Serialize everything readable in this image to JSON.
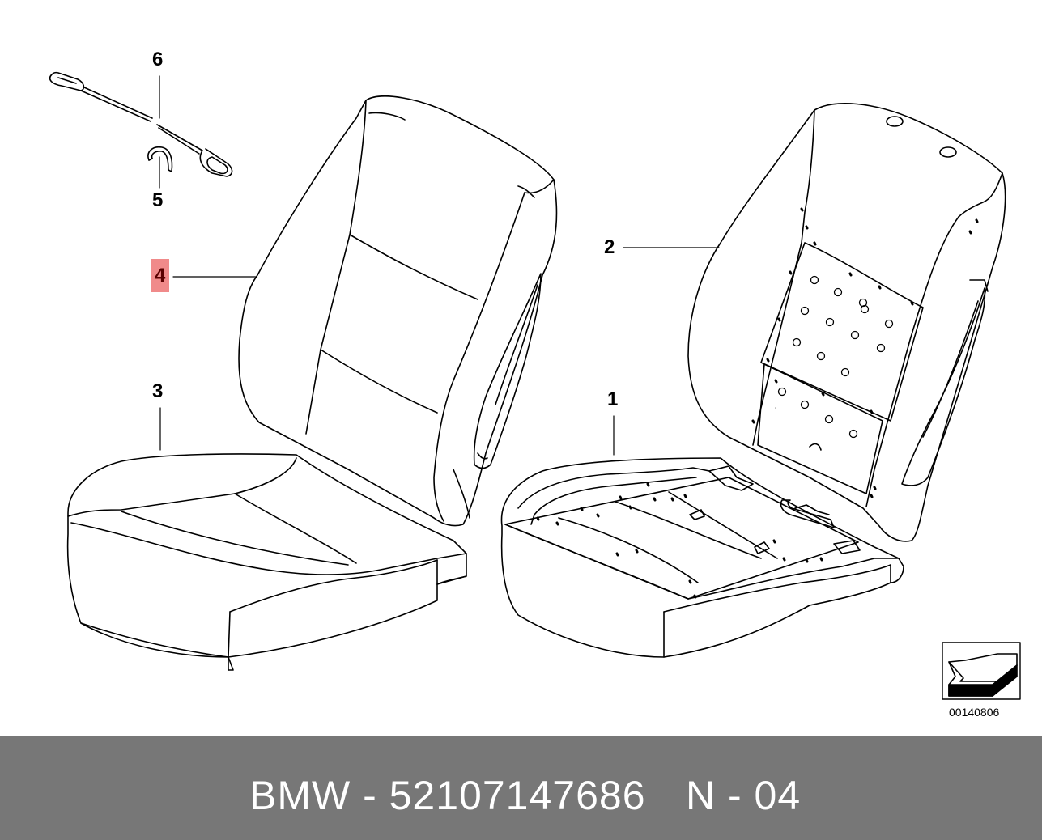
{
  "callouts": {
    "c1": "1",
    "c2": "2",
    "c3": "3",
    "c4": "4",
    "c5": "5",
    "c6": "6"
  },
  "highlighted_callout": "4",
  "highlight_color": "#f08a8a",
  "diagram_code": "00140806",
  "footer": {
    "part_text": "BMW - 52107147686",
    "code_text": "N - 04",
    "background_color": "#777777",
    "text_color": "#ffffff"
  }
}
